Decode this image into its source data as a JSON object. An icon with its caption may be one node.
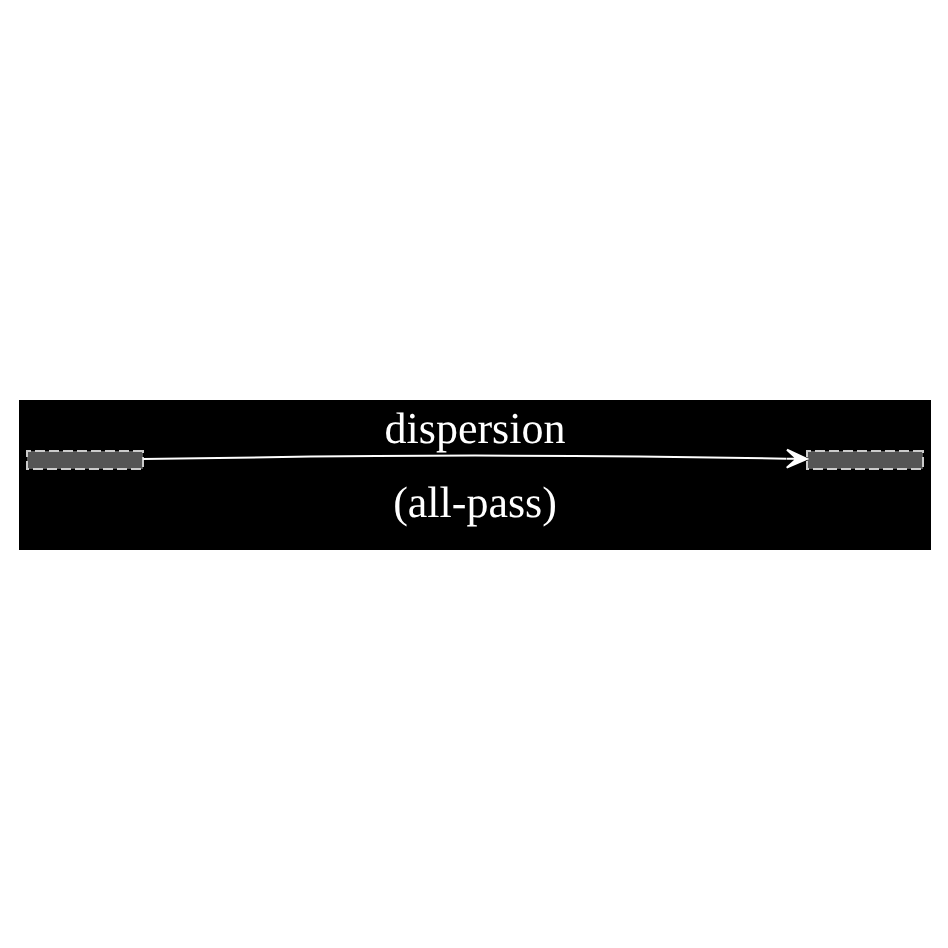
{
  "diagram": {
    "nodes": [
      {
        "text": [],
        "shape": "wave"
      },
      {
        "text": [],
        "shape": "wave"
      }
    ],
    "edges": [
      {
        "from": 0,
        "to": 1,
        "arrow": "to",
        "label": "dispersion"
      }
    ],
    "labels": [
      "(all-pass)"
    ]
  }
}
